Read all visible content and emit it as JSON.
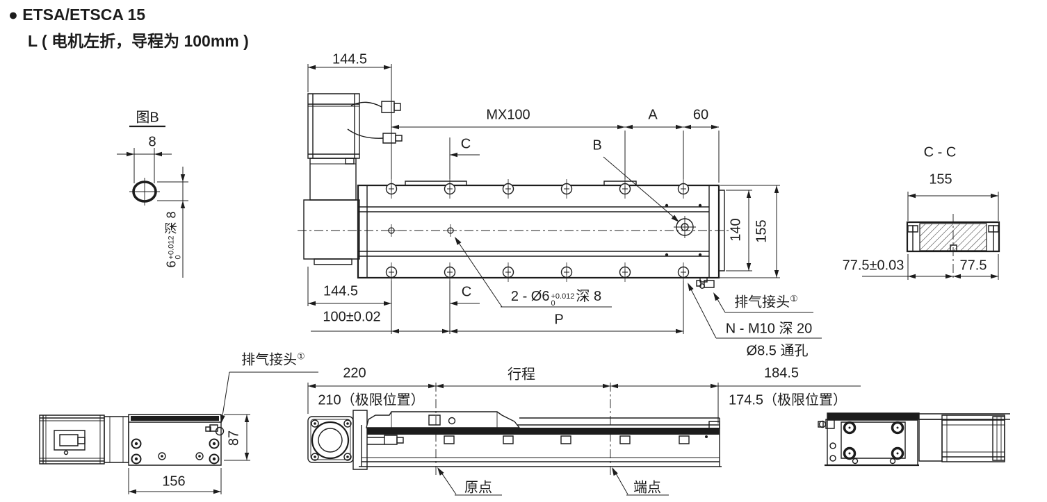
{
  "title": {
    "bullet": "●",
    "line1": "ETSA/ETSCA 15",
    "line2": "L ( 电机左折，导程为 100mm )"
  },
  "detail_b": {
    "title": "图B",
    "width": "8",
    "slot_nominal": "6",
    "slot_tol_upper": "+0.012",
    "slot_tol_lower": "0",
    "slot_suffix": "深 8"
  },
  "top_view": {
    "motor_width_top": "144.5",
    "hole_pitch": "MX100",
    "dim_a": "A",
    "dim_end": "60",
    "section_c": "C",
    "hole_b": "B",
    "body_inner_height": "140",
    "body_height": "155",
    "motor_width_bottom": "144.5",
    "first_hole": "100±0.02",
    "section_c_bottom": "C",
    "slot_prefix": "2 - Ø6",
    "slot_tol_upper": "+0.012",
    "slot_tol_lower": "0",
    "slot_suffix": "深 8",
    "dim_p": "P",
    "exhaust_label": "排气接头",
    "exhaust_sup": "①",
    "mount_holes": "N - M10 深 20",
    "through_hole": "Ø8.5 通孔"
  },
  "section_cc": {
    "title": "C - C",
    "width": "155",
    "half_left": "77.5±0.03",
    "half_right": "77.5"
  },
  "side_view": {
    "exhaust_label": "排气接头",
    "exhaust_sup": "①",
    "height": "87",
    "width": "156"
  },
  "front_view": {
    "left_span": "220",
    "stroke": "行程",
    "right_span": "184.5",
    "left_limit": "210（极限位置）",
    "right_limit": "174.5（极限位置）",
    "origin": "原点",
    "endpoint": "端点"
  }
}
